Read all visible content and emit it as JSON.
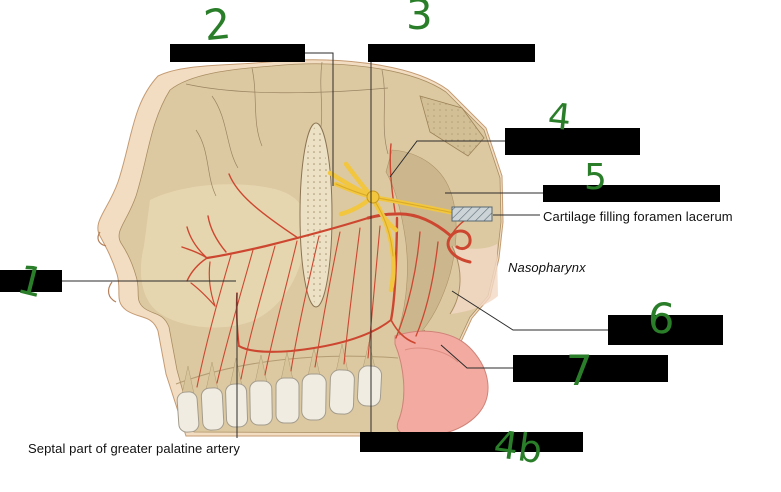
{
  "palette": {
    "background": "#ffffff",
    "redaction": "#000000",
    "ink_green": "#2a7e2a",
    "leader_line": "#2b2b2b",
    "skin": "#f3ddc2",
    "bone": "#dcc9a2",
    "bone_dark": "#cbb58c",
    "artery_red": "#cd4730",
    "nerve_yellow": "#f2c63e",
    "tongue_pink": "#f3aba1",
    "teeth": "#f0ece1",
    "cartilage_box": "#ccd4d8"
  },
  "labels": {
    "cartilage_filling": "Cartilage filling foramen lacerum",
    "nasopharynx": "Nasopharynx",
    "septal_part": "Septal part of greater palatine artery"
  },
  "annotations": {
    "ink_color": "#2a7e2a",
    "items": [
      {
        "value": "1"
      },
      {
        "value": "2"
      },
      {
        "value": "3"
      },
      {
        "value": "4"
      },
      {
        "value": "5"
      },
      {
        "value": "6"
      },
      {
        "value": "7"
      },
      {
        "value": "4b"
      }
    ]
  },
  "redactions": {
    "count": 8
  }
}
